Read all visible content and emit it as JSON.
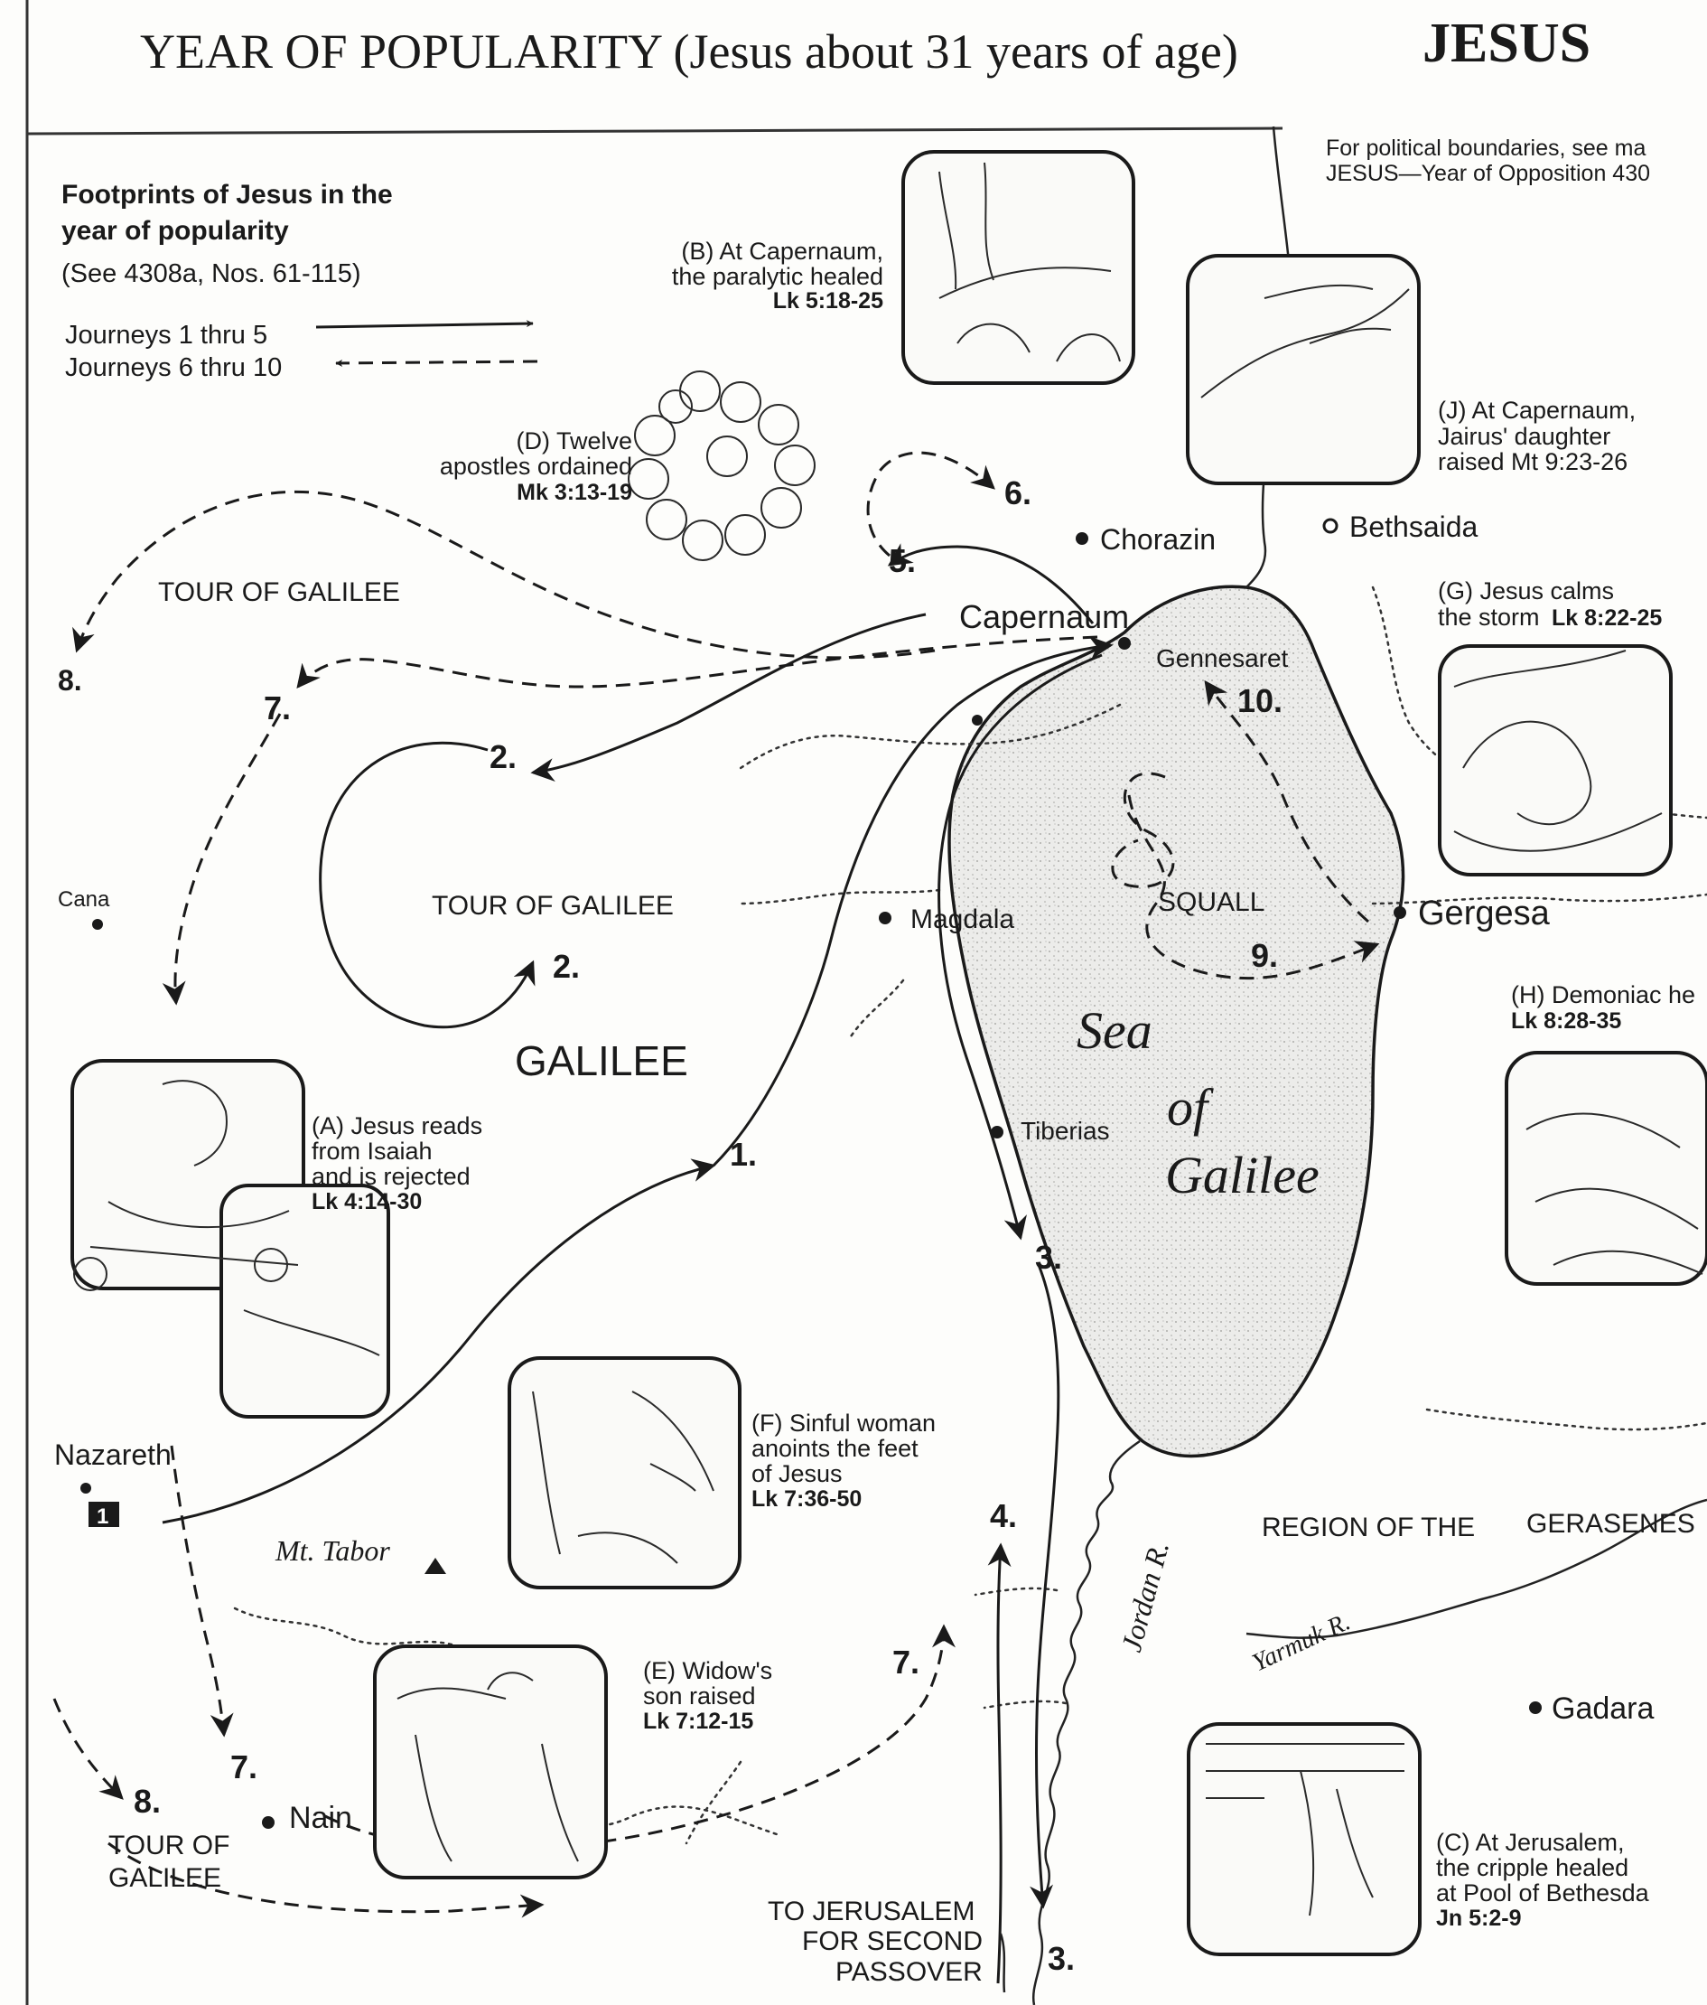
{
  "title": {
    "main": "YEAR OF POPULARITY (Jesus about 31 years of age)",
    "bold": "JESUS"
  },
  "note": {
    "line1": "For political boundaries, see ma",
    "line2": "JESUS—Year of Opposition 430"
  },
  "legend": {
    "heading1": "Footprints of Jesus in the",
    "heading2": "year of popularity",
    "see": "(See 4308a, Nos. 61-115)",
    "solid_label": "Journeys 1 thru 5",
    "dashed_label": "Journeys 6 thru 10"
  },
  "places": {
    "capernaum": "Capernaum",
    "chorazin": "Chorazin",
    "bethsaida": "Bethsaida",
    "gennesaret": "Gennesaret",
    "gergesa": "Gergesa",
    "magdala": "Magdala",
    "tiberias": "Tiberias",
    "cana": "Cana",
    "nazareth": "Nazareth",
    "mt_tabor": "Mt. Tabor",
    "nain": "Nain",
    "gadara": "Gadara"
  },
  "regions": {
    "galilee": "GALILEE",
    "gerasenes_1": "REGION OF THE",
    "gerasenes_2": "GERASENES",
    "tour1": "TOUR OF GALILEE",
    "tour2": "TOUR OF GALILEE",
    "tour3_1": "TOUR OF",
    "tour3_2": "GALILEE",
    "squall": "SQUALL",
    "sea_1": "Sea",
    "sea_2": "of",
    "sea_3": "Galilee",
    "jordan": "Jordan R.",
    "yarmuk": "Yarmuk R.",
    "jerusalem_1": "TO JERUSALEM",
    "jerusalem_2": "FOR SECOND",
    "jerusalem_3": "PASSOVER"
  },
  "route_numbers": {
    "n1": "1.",
    "n2a": "2.",
    "n2b": "2.",
    "n3a": "3.",
    "n3b": "3.",
    "n4": "4.",
    "n5": "5.",
    "n6": "6.",
    "n7a": "7.",
    "n7b": "7.",
    "n7c": "7.",
    "n8a": "8.",
    "n8b": "8.",
    "n9": "9.",
    "n10": "10.",
    "start": "1"
  },
  "events": {
    "A": {
      "l1": "(A) Jesus reads",
      "l2": "from Isaiah",
      "l3": "and is rejected",
      "ref": "Lk 4:14-30"
    },
    "B": {
      "l1": "(B) At Capernaum,",
      "l2": "the paralytic healed",
      "ref": "Lk 5:18-25"
    },
    "C": {
      "l1": "(C) At Jerusalem,",
      "l2": "the cripple healed",
      "l3": "at Pool of Bethesda",
      "ref": "Jn 5:2-9"
    },
    "D": {
      "l1": "(D) Twelve",
      "l2": "apostles ordained",
      "ref": "Mk 3:13-19"
    },
    "E": {
      "l1": "(E) Widow's",
      "l2": "son raised",
      "ref": "Lk 7:12-15"
    },
    "F": {
      "l1": "(F) Sinful woman",
      "l2": "anoints the feet",
      "l3": "of Jesus",
      "ref": "Lk 7:36-50"
    },
    "G": {
      "l1": "(G) Jesus calms",
      "l2": "the storm",
      "ref": "Lk 8:22-25"
    },
    "H": {
      "l1": "(H) Demoniac he",
      "ref": "Lk 8:28-35"
    },
    "J": {
      "l1": "(J) At Capernaum,",
      "l2": "Jairus' daughter",
      "l3": "raised Mt 9:23-26"
    }
  },
  "colors": {
    "ink": "#1a1a1a",
    "sea_fill": "#e9e9e6",
    "paper": "#fdfdfb"
  }
}
